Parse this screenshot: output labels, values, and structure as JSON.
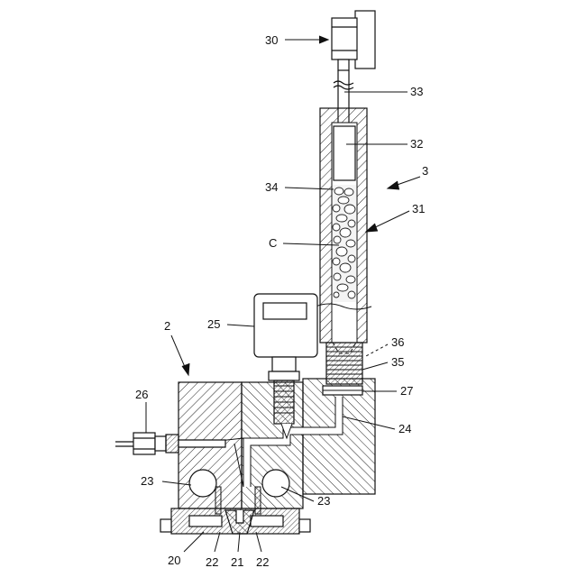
{
  "labels": {
    "l30": "30",
    "l33": "33",
    "l32": "32",
    "l3": "3",
    "l34": "34",
    "l31": "31",
    "lC": "C",
    "l2": "2",
    "l25": "25",
    "l36": "36",
    "l35": "35",
    "l26": "26",
    "l27": "27",
    "l24": "24",
    "l23a": "23",
    "l23b": "23",
    "l20": "20",
    "l22a": "22",
    "l21": "21",
    "l22b": "22"
  }
}
